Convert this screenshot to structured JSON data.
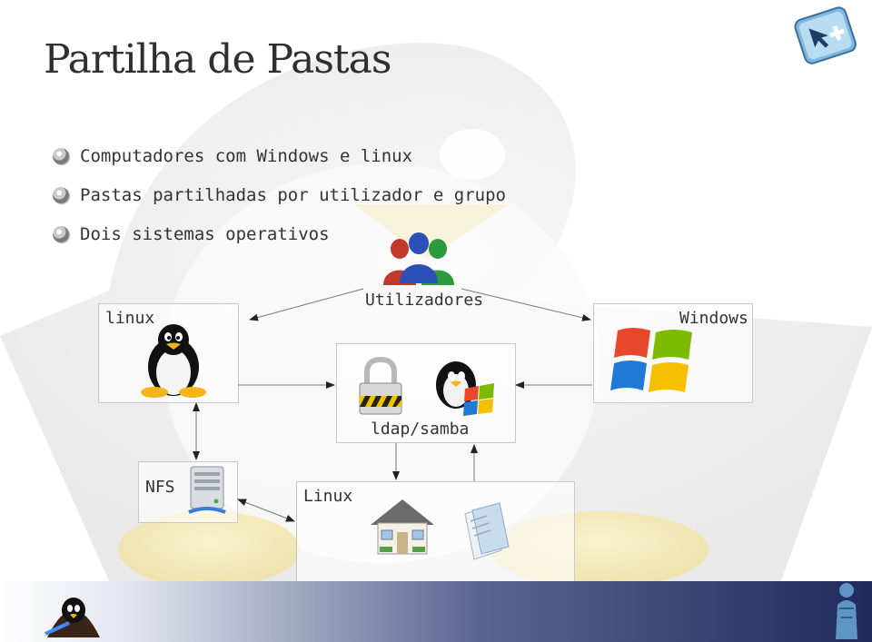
{
  "slide": {
    "title": "Partilha de Pastas",
    "bullets": [
      "Computadores com Windows e linux",
      "Pastas partilhadas por utilizador e grupo",
      "Dois sistemas operativos"
    ]
  },
  "diagram": {
    "users_label": "Utilizadores",
    "linux_client_label": "linux",
    "windows_client_label": "Windows",
    "server_label": "ldap/samba",
    "nfs_label": "NFS",
    "linux_storage_label": "Linux"
  },
  "colors": {
    "footer_dark": "#202a5c",
    "arrow": "#222222",
    "windows_red": "#e8472c",
    "windows_green": "#7cbb00",
    "windows_blue": "#1f7ad6",
    "windows_yellow": "#f6c000"
  }
}
